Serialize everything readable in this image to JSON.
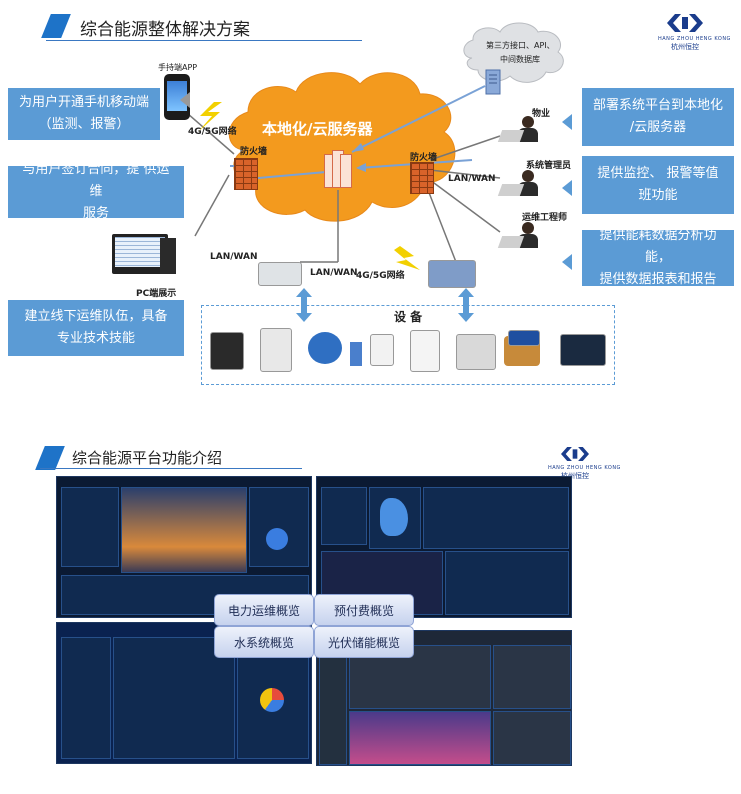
{
  "section1": {
    "title": "综合能源整体解决方案",
    "logo_en": "HANG ZHOU HENG KONG",
    "logo_cn": "杭州恒控"
  },
  "cloud": {
    "label": "本地化/云服务器"
  },
  "third_party_cloud": {
    "label_line1": "第三方接口、API、",
    "label_line2": "中间数据库"
  },
  "left_boxes": [
    {
      "text_line1": "为用户开通手机移动端",
      "text_line2": "（监测、报警）"
    },
    {
      "text_line1": "与用户签订合同，提 供运维",
      "text_line2": "服务"
    },
    {
      "text_line1": "建立线下运维队伍，具备",
      "text_line2": "专业技术技能"
    }
  ],
  "right_boxes": [
    {
      "text_line1": "部署系统平台到本地化",
      "text_line2": "/云服务器"
    },
    {
      "text_line1": "提供监控、 报警等值",
      "text_line2": "班功能"
    },
    {
      "text_line1": "提供能耗数据分析功能，",
      "text_line2": "提供数据报表和报告"
    }
  ],
  "labels": {
    "mobile_app": "手持端APP",
    "net_4g5g_top": "4G/5G网络",
    "firewall_left": "防火墙",
    "firewall_right": "防火墙",
    "lan_wan_right": "LAN/WAN",
    "lan_wan_left": "LAN/WAN",
    "lan_wan_gateway": "LAN/WAN",
    "net_4g5g_bottom": "4G/5G网络",
    "pc_display": "PC端展示",
    "property": "物业",
    "sys_admin": "系统管理员",
    "ops_engineer": "运维工程师",
    "devices_title": "设  备"
  },
  "section2": {
    "title": "综合能源平台功能介绍",
    "logo_en": "HANG ZHOU HENG KONG",
    "logo_cn": "杭州恒控"
  },
  "feature_pills": [
    {
      "label": "电力运维概览"
    },
    {
      "label": "预付费概览"
    },
    {
      "label": "水系统概览"
    },
    {
      "label": "光伏储能概览"
    }
  ],
  "colors": {
    "accent_blue": "#5b9bd5",
    "title_blue": "#1e73c8",
    "cloud_orange": "#f39a1e",
    "dashboard_bg": "#0b1a33"
  }
}
